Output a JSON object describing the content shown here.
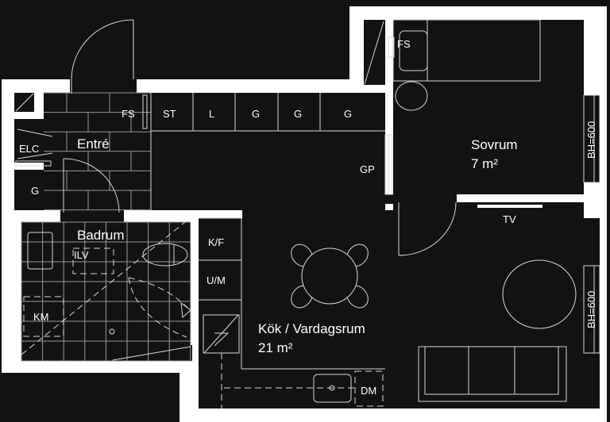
{
  "colors": {
    "background": "#121212",
    "walls": "#ffffff",
    "lines": "#d8d8d8"
  },
  "rooms": {
    "entre": {
      "name": "Entré"
    },
    "badrum": {
      "name": "Badrum"
    },
    "sovrum": {
      "name": "Sovrum",
      "area": "7 m²"
    },
    "kok": {
      "name": "Kök / Vardagsrum",
      "area": "21 m²"
    }
  },
  "labels": {
    "fs_entry": "FS",
    "st": "ST",
    "l": "L",
    "g1": "G",
    "g2": "G",
    "g3": "G",
    "elc": "ELC",
    "g_entry": "G",
    "ilv": "ILV",
    "km": "KM",
    "kf": "K/F",
    "um": "U/M",
    "gp": "GP",
    "fs_bed": "FS",
    "tv": "TV",
    "dm": "DM",
    "bh_top": "BH=600",
    "bh_bottom": "BH=600"
  }
}
